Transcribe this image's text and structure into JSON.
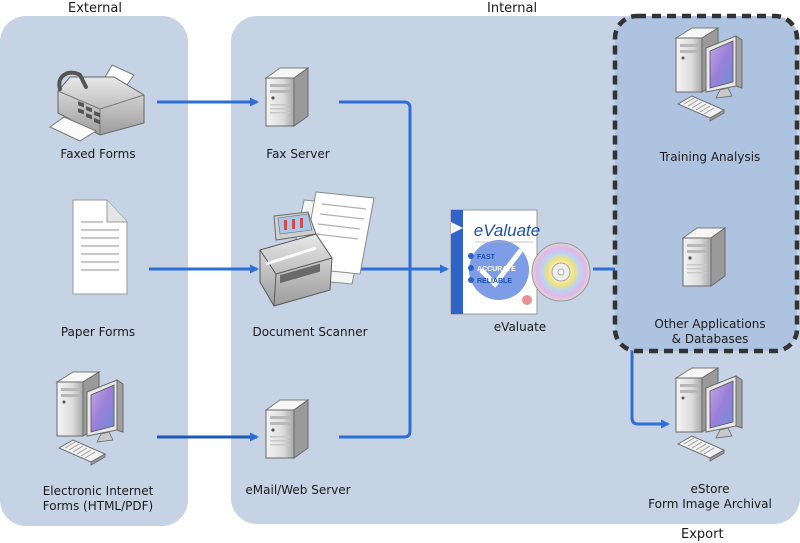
{
  "sections": {
    "external": "External",
    "internal": "Internal",
    "export": "Export"
  },
  "nodes": {
    "faxed_forms": "Faxed Forms",
    "paper_forms": "Paper Forms",
    "electronic_forms": {
      "line1": "Electronic Internet",
      "line2": "Forms (HTML/PDF)"
    },
    "fax_server": "Fax Server",
    "document_scanner": "Document Scanner",
    "email_web_server": "eMail/Web Server",
    "evaluate": "eValuate",
    "training_analysis": "Training Analysis",
    "other_applications": {
      "line1": "Other Applications",
      "line2": "& Databases"
    },
    "estore": {
      "line1": "eStore",
      "line2": "Form Image Archival"
    }
  },
  "product_box": {
    "logo": "eValuate",
    "features": [
      "FAST",
      "ACCURATE",
      "RELIABLE"
    ]
  },
  "colors": {
    "panel": "#c5d3e5",
    "export_panel": "#aec3df",
    "arrow": "#2e6fd6",
    "dashed_border": "#333333"
  }
}
